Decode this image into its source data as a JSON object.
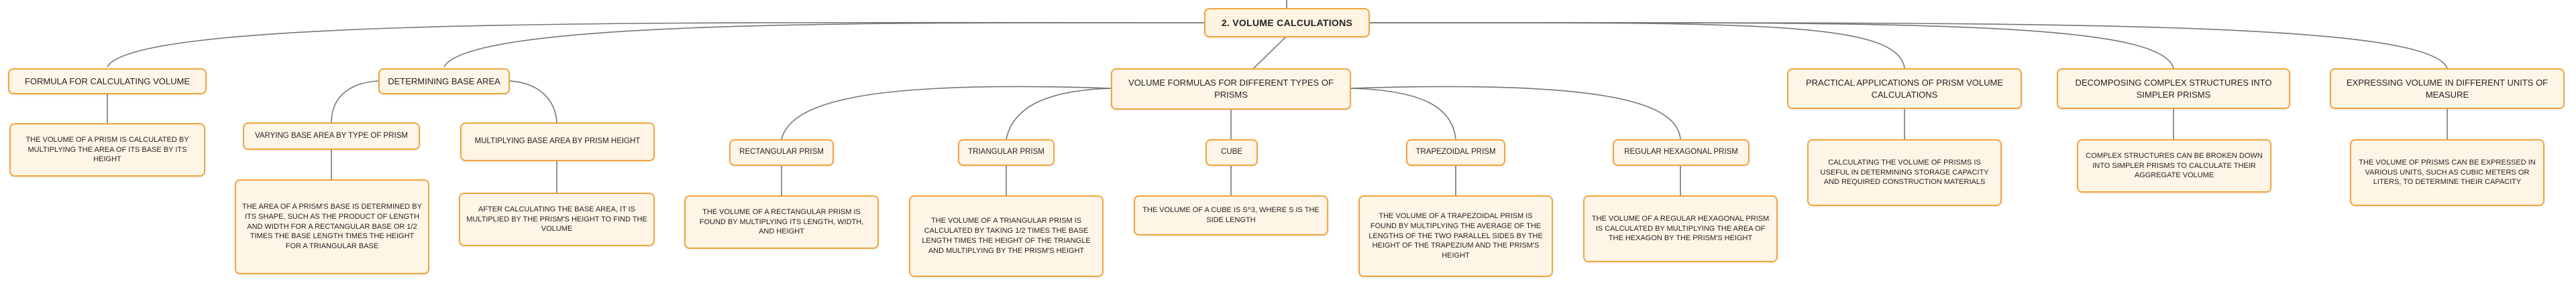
{
  "root": {
    "label": "2. VOLUME CALCULATIONS"
  },
  "formula": {
    "label": "FORMULA FOR CALCULATING VOLUME",
    "detail": "THE VOLUME OF A PRISM IS CALCULATED BY MULTIPLYING THE AREA OF ITS BASE BY ITS HEIGHT"
  },
  "base_area": {
    "label": "DETERMINING BASE AREA",
    "varying": {
      "label": "VARYING BASE AREA BY TYPE OF PRISM",
      "detail": "THE AREA OF A PRISM'S BASE IS DETERMINED BY ITS SHAPE, SUCH AS THE PRODUCT OF LENGTH AND WIDTH FOR A RECTANGULAR BASE OR 1/2 TIMES THE BASE LENGTH TIMES THE HEIGHT FOR A TRIANGULAR BASE"
    },
    "multiplying": {
      "label": "MULTIPLYING BASE AREA BY PRISM HEIGHT",
      "detail": "AFTER CALCULATING THE BASE AREA, IT IS MULTIPLIED BY THE PRISM'S HEIGHT TO FIND THE VOLUME"
    }
  },
  "formulas": {
    "label": "VOLUME FORMULAS FOR DIFFERENT TYPES OF PRISMS",
    "rectangular": {
      "label": "RECTANGULAR PRISM",
      "detail": "THE VOLUME OF A RECTANGULAR PRISM IS FOUND BY MULTIPLYING ITS LENGTH, WIDTH, AND HEIGHT"
    },
    "triangular": {
      "label": "TRIANGULAR PRISM",
      "detail": "THE VOLUME OF A TRIANGULAR PRISM IS CALCULATED BY TAKING 1/2 TIMES THE BASE LENGTH TIMES THE HEIGHT OF THE TRIANGLE AND MULTIPLYING BY THE PRISM'S HEIGHT"
    },
    "cube": {
      "label": "CUBE",
      "detail": "THE VOLUME OF A CUBE IS S^3, WHERE S IS THE SIDE LENGTH"
    },
    "trapezoidal": {
      "label": "TRAPEZOIDAL PRISM",
      "detail": "THE VOLUME OF A TRAPEZOIDAL PRISM IS FOUND BY MULTIPLYING THE AVERAGE OF THE LENGTHS OF THE TWO PARALLEL SIDES BY THE HEIGHT OF THE TRAPEZIUM AND THE PRISM'S HEIGHT"
    },
    "hexagonal": {
      "label": "REGULAR HEXAGONAL PRISM",
      "detail": "THE VOLUME OF A REGULAR HEXAGONAL PRISM IS CALCULATED BY MULTIPLYING THE AREA OF THE HEXAGON BY THE PRISM'S HEIGHT"
    }
  },
  "practical": {
    "label": "PRACTICAL APPLICATIONS OF PRISM VOLUME CALCULATIONS",
    "detail": "CALCULATING THE VOLUME OF PRISMS IS USEFUL IN DETERMINING STORAGE CAPACITY AND REQUIRED CONSTRUCTION MATERIALS"
  },
  "decomposing": {
    "label": "DECOMPOSING COMPLEX STRUCTURES INTO SIMPLER PRISMS",
    "detail": "COMPLEX STRUCTURES CAN BE BROKEN DOWN INTO SIMPLER PRISMS TO CALCULATE THEIR AGGREGATE VOLUME"
  },
  "units": {
    "label": "EXPRESSING VOLUME IN DIFFERENT UNITS OF MEASURE",
    "detail": "THE VOLUME OF PRISMS CAN BE EXPRESSED IN VARIOUS UNITS, SUCH AS CUBIC METERS OR LITERS, TO DETERMINE THEIR CAPACITY"
  },
  "colors": {
    "node_fill": "#fff5e7",
    "node_border": "#f2a53b",
    "connector": "#777777"
  }
}
